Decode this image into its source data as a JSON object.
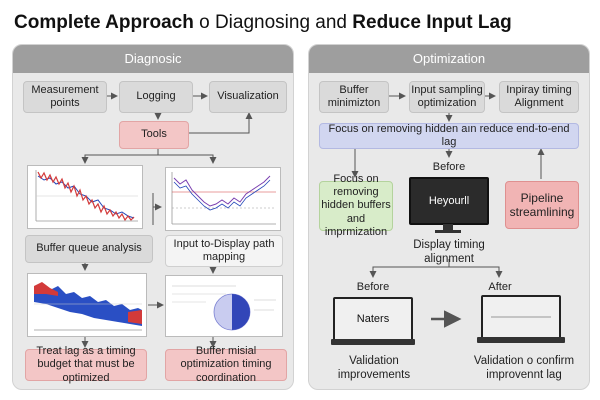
{
  "title": {
    "bold_a": "Complete Approach",
    "light": "o Diagnosing and",
    "bold_b": "Reduce Input Lag"
  },
  "diagnostic": {
    "header": "Diagnosic",
    "measurement": "Measurement points",
    "logging": "Logging",
    "visualization": "Visualization",
    "tools": "Tools",
    "buffer_queue": "Buffer queue analysis",
    "input_display": "Input to-Display path mapping",
    "treat_lag": "Treat lag as a timing budget that must be optimized",
    "buffer_misial": "Buffer misial optimization timing coordination"
  },
  "optimization": {
    "header": "Optimization",
    "buffer_min": "Buffer minimizton",
    "input_sampling": "Input sampling optimization",
    "inpiray": "Inpiray timing Alignment",
    "focus_bar": "Focus on removing hidden aın reduce end-to-end lag",
    "before_top": "Before",
    "focus_green": "Focus on removing hidden buffers and imprmization",
    "monitor_text": "Heyourll",
    "pipeline": "Pipeline streamlining",
    "display_timing": "Display timing alignment",
    "before_bottom": "Before",
    "after": "After",
    "naters": "Naters",
    "validation_left": "Validation improvements",
    "validation_right": "Validation o confirm improvennt lag"
  },
  "colors": {
    "panel_head": "#9e9e9e",
    "pink": "#f3c6c6",
    "green": "#d8ecc9",
    "blue": "#d1d6f0",
    "line_red": "#d33a3a",
    "line_blue": "#2346b8"
  }
}
